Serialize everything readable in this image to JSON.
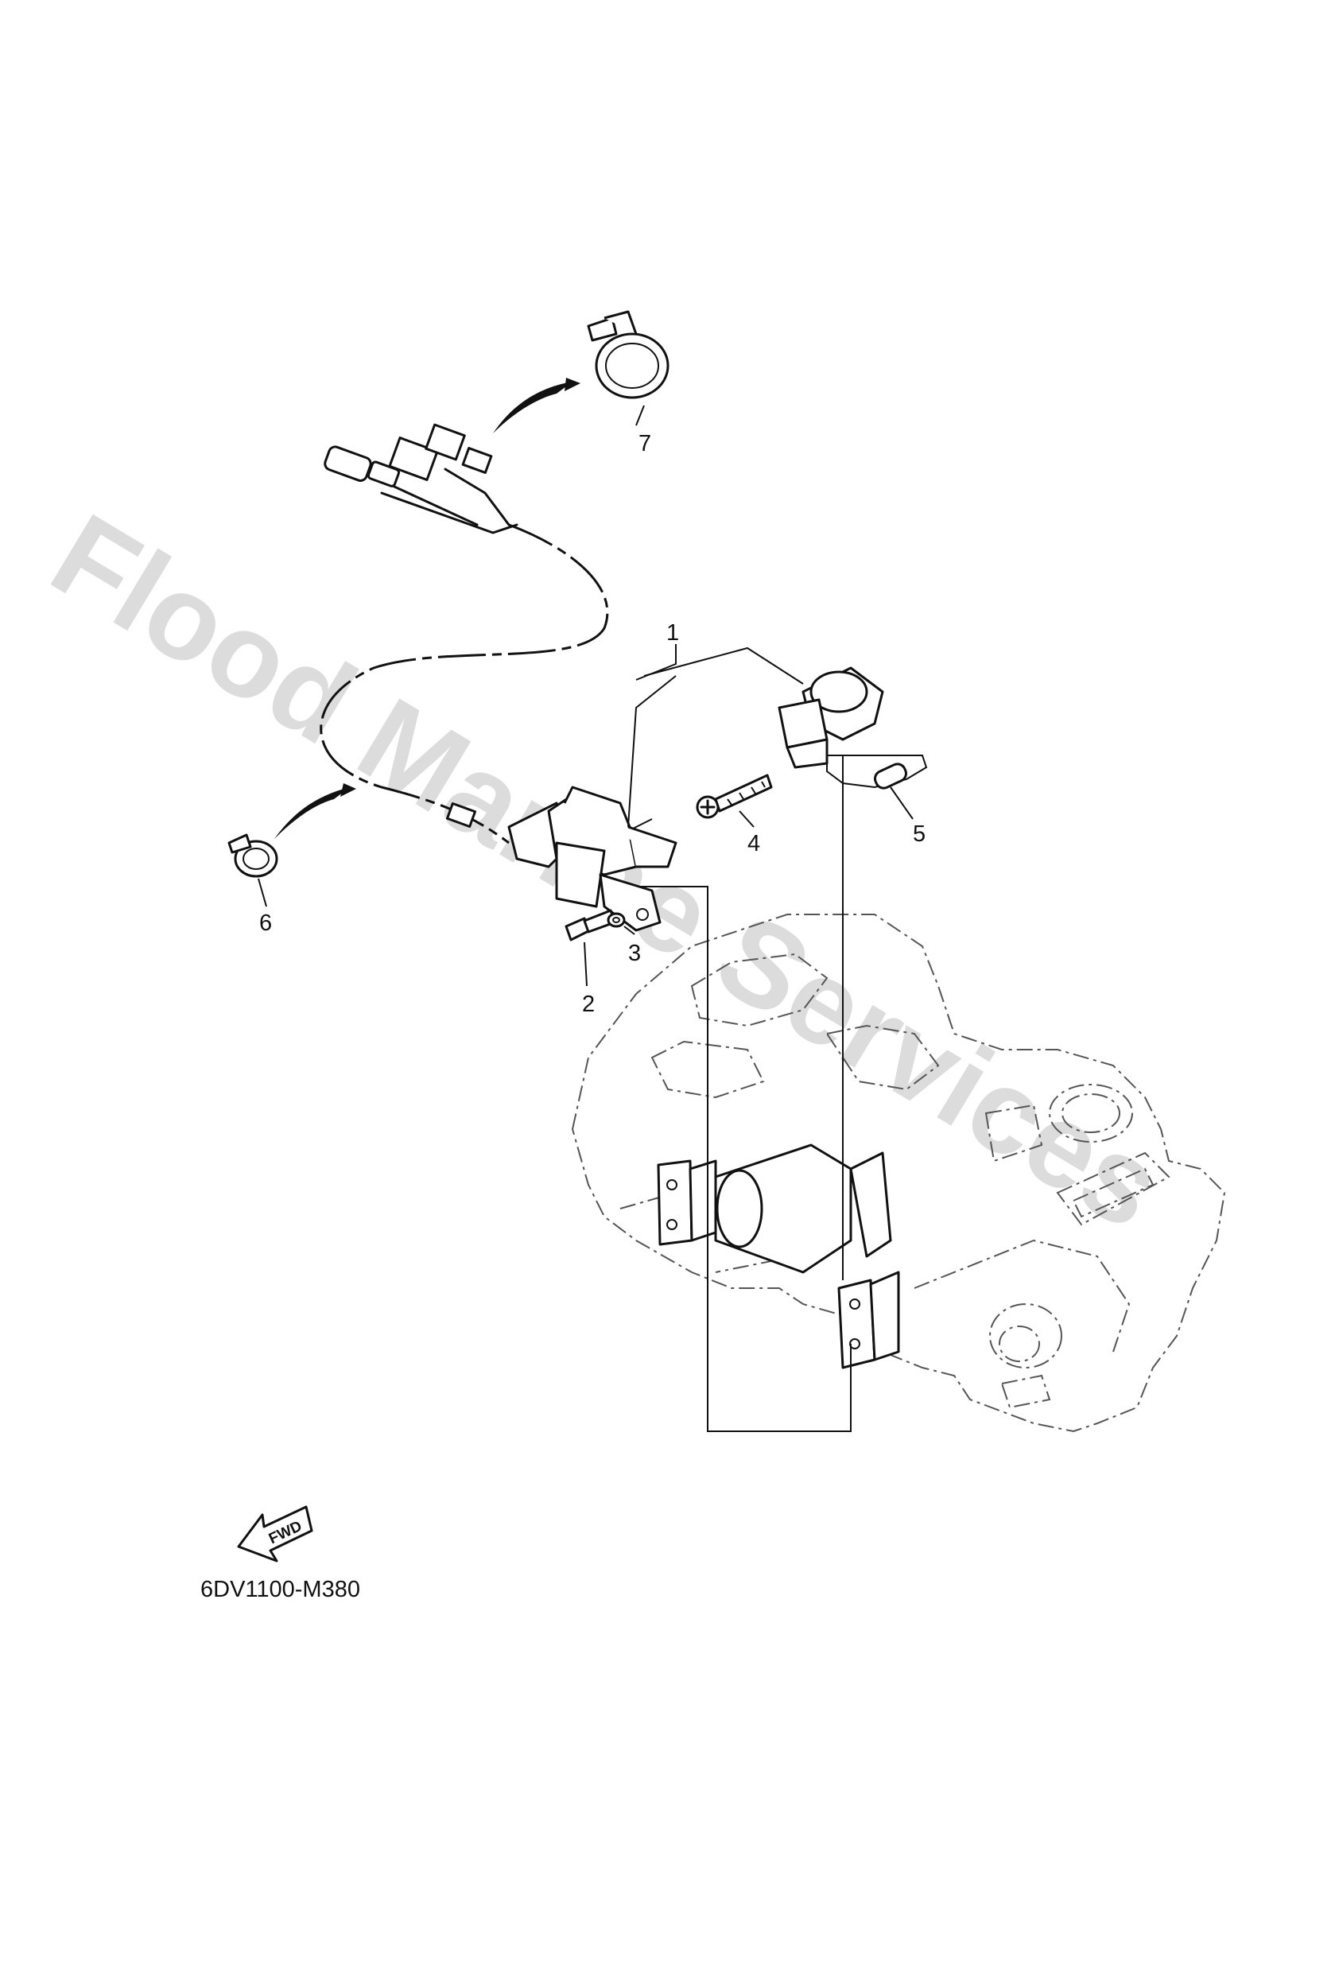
{
  "watermark": "Flood Marine Services",
  "diagram_code": "6DV1100-M380",
  "fwd_label": "FWD",
  "part_labels": [
    {
      "id": "1",
      "text": "1"
    },
    {
      "id": "2",
      "text": "2"
    },
    {
      "id": "3",
      "text": "3"
    },
    {
      "id": "4",
      "text": "4"
    },
    {
      "id": "5",
      "text": "5"
    },
    {
      "id": "6",
      "text": "6"
    },
    {
      "id": "7",
      "text": "7"
    }
  ],
  "colors": {
    "line": "#111111",
    "dashed_outline": "#555555",
    "watermark": "#dcdcdc",
    "background": "#ffffff"
  },
  "icons": [
    "fwd-arrow-icon",
    "cable-clamp-icon",
    "bolt-icon",
    "washer-icon",
    "screw-icon",
    "collar-icon",
    "sensor-icon",
    "wire-harness-icon"
  ]
}
